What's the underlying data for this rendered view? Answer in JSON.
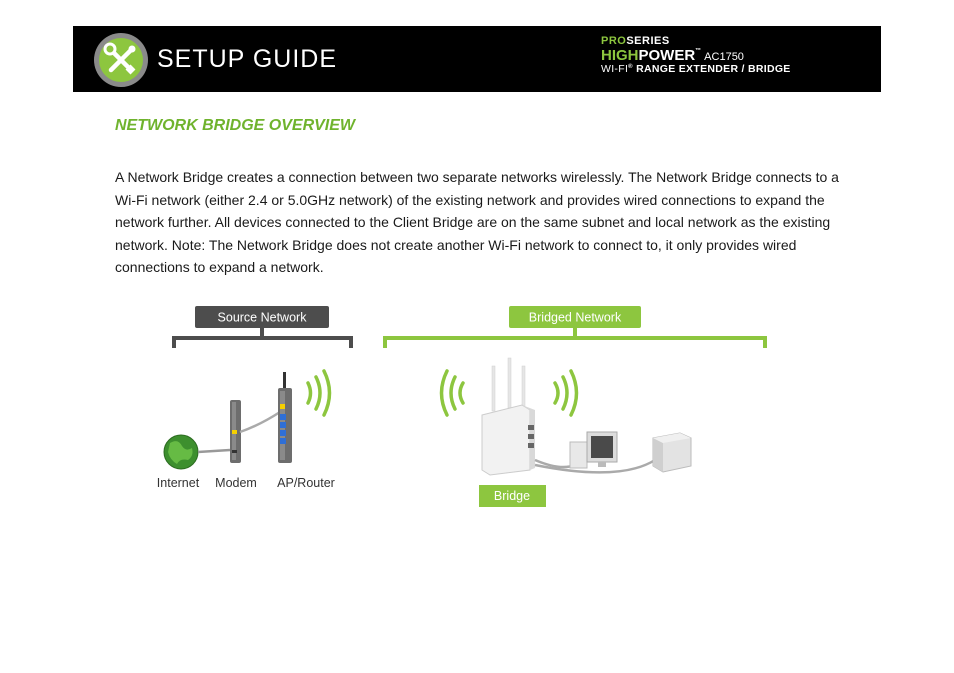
{
  "header": {
    "title": "SETUP GUIDE",
    "brand": {
      "pro": "PRO",
      "series": "SERIES",
      "high": "HIGH",
      "power": "POWER",
      "tm": "™",
      "model": "AC1750",
      "wifi": "WI-FI",
      "reg": "®",
      "product": "RANGE EXTENDER / BRIDGE"
    }
  },
  "section": {
    "title": "NETWORK BRIDGE OVERVIEW",
    "paragraph": "A Network Bridge creates a connection between two separate networks wirelessly. The Network Bridge connects to a Wi-Fi network (either 2.4 or 5.0GHz network) of the existing network and provides wired connections to expand the network further. All devices connected to the Client Bridge are on the same subnet and local network as the existing network. Note: The Network Bridge does not create another Wi-Fi network to connect to, it only provides wired connections to expand a network."
  },
  "diagram": {
    "source_label": "Source Network",
    "bridged_label": "Bridged Network",
    "internet_label": "Internet",
    "modem_label": "Modem",
    "router_label": "AP/Router",
    "bridge_label": "Bridge"
  },
  "colors": {
    "accent_green": "#8dc63f",
    "title_green": "#6fb32d",
    "source_gray": "#4d4d4d",
    "header_bg": "#000000"
  },
  "icons": [
    "tools-icon",
    "globe-icon",
    "modem-icon",
    "router-icon",
    "wifi-waves-icon",
    "bridge-device-icon",
    "desktop-computer-icon",
    "server-box-icon"
  ]
}
